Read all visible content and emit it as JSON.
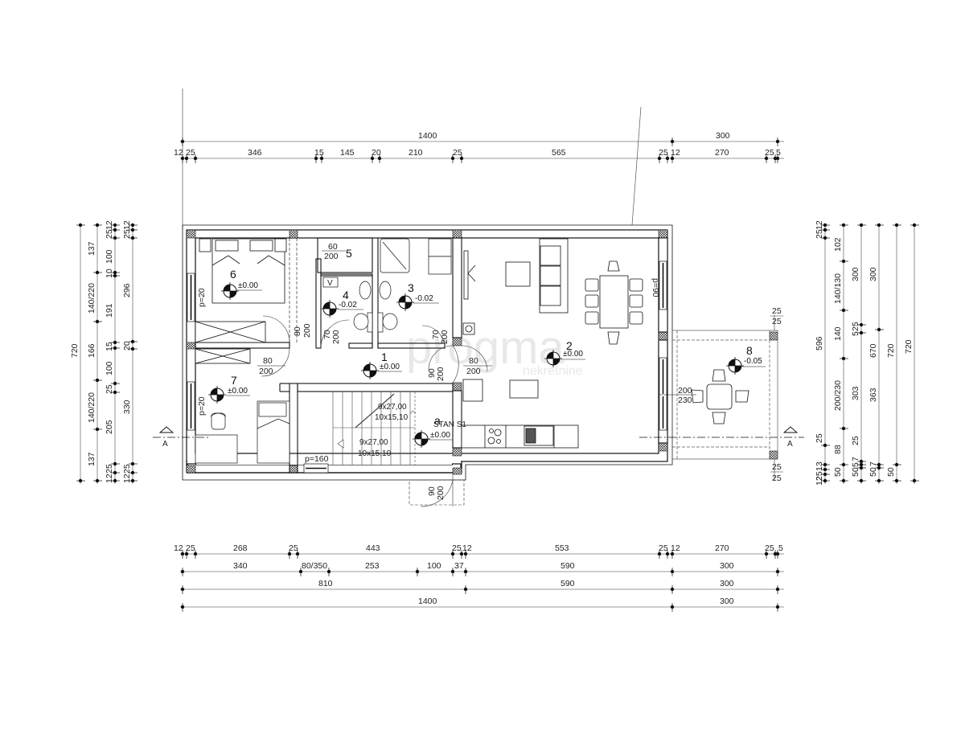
{
  "drawing": {
    "type": "floor-plan",
    "unit_label": "STAN S1",
    "watermark": {
      "brand": "progma",
      "sub": "nekretnine"
    },
    "section_marker": "A"
  },
  "dimensions": {
    "top": {
      "overall": [
        {
          "label": "1400"
        },
        {
          "label": "300"
        }
      ],
      "detail": [
        "12",
        "25",
        "346",
        "15",
        "145",
        "20",
        "210",
        "25",
        "565",
        "25",
        "12",
        "270",
        "25",
        "5"
      ]
    },
    "bottom": {
      "row1": [
        "12",
        "25",
        "268",
        "25",
        "443",
        "25",
        "12",
        "553",
        "25",
        "12",
        "270",
        "25",
        "5"
      ],
      "row2": [
        "340",
        "80/350",
        "253",
        "100",
        "37",
        "590",
        "300"
      ],
      "row3": [
        "810",
        "590",
        "300"
      ],
      "row4": [
        "1400",
        "300"
      ]
    },
    "left": {
      "outer": "720",
      "col1": [
        "137",
        "140/220",
        "166",
        "140/220",
        "137"
      ],
      "col2": [
        "12",
        "25",
        "100",
        "10",
        "191",
        "15",
        "100",
        "25",
        "205",
        "25",
        "12"
      ],
      "col3": [
        "12",
        "25",
        "296",
        "20",
        "330",
        "25",
        "12"
      ]
    },
    "right": {
      "col1": [
        "12",
        "25",
        "102",
        "140/130",
        "140",
        "200/230",
        "88",
        "25",
        "12",
        "13",
        "25",
        "12"
      ],
      "col2": [
        "596",
        "50"
      ],
      "col3": [
        "300",
        "25",
        "5",
        "303",
        "25",
        "7",
        "5",
        "50"
      ],
      "col4": [
        "300",
        "670",
        "363",
        "7",
        "50"
      ],
      "col5": [
        "720",
        "50"
      ]
    }
  },
  "rooms": [
    {
      "id": "1",
      "level": "±0.00"
    },
    {
      "id": "2",
      "level": "±0.00"
    },
    {
      "id": "3",
      "level": "-0.02"
    },
    {
      "id": "4",
      "level": "-0.02"
    },
    {
      "id": "5",
      "level": ""
    },
    {
      "id": "6",
      "level": "±0.00"
    },
    {
      "id": "7",
      "level": "±0.00"
    },
    {
      "id": "8",
      "level": "-0.05"
    },
    {
      "id": "a",
      "level": "±0.00"
    }
  ],
  "openings": {
    "door_5": {
      "w": "60",
      "h": "200"
    },
    "door_4": {
      "w": "70",
      "h": "200"
    },
    "door_3": {
      "w": "70",
      "h": "200"
    },
    "door_6": {
      "w": "80",
      "h": "200"
    },
    "door_7": {
      "w": "80",
      "h": "200"
    },
    "door_1a": {
      "w": "90",
      "h": "200"
    },
    "door_2": {
      "w": "80",
      "h": "200"
    },
    "door_entry": {
      "w": "90",
      "h": "200"
    },
    "door_terrace": {
      "w": "200",
      "h": "230"
    },
    "window_6": "p=20",
    "window_7": "p=20",
    "window_2": "p=90",
    "window_stair": "p=160",
    "terrace_corner_top": [
      "25",
      "25"
    ],
    "terrace_corner_bottom": [
      "25",
      "25"
    ]
  },
  "stairs": [
    {
      "line1": "9x27,00",
      "line2": "10x15,10"
    },
    {
      "line1": "9x27,00",
      "line2": "10x15,10"
    }
  ],
  "fixtures": {
    "washer": "V"
  }
}
